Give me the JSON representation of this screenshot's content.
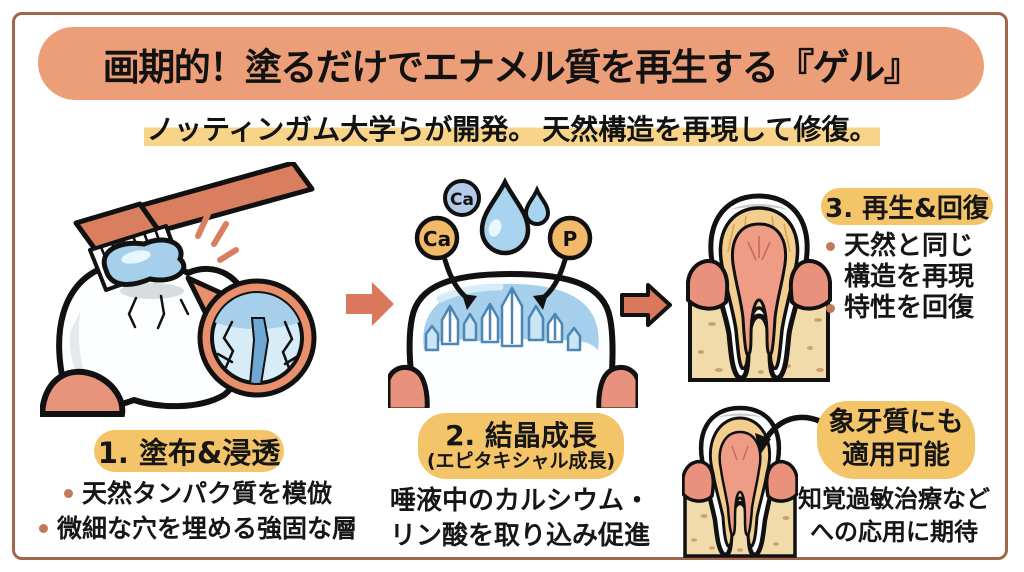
{
  "title": "画期的！塗るだけでエナメル質を再生する『ゲル』",
  "subtitle": {
    "part1": "ノッティンガム大学らが開発。",
    "part2": "天然構造を再現して修復。"
  },
  "ions": {
    "ca_top": "Ca",
    "ca_left": "Ca",
    "p": "P"
  },
  "step1": {
    "label": "1. 塗布&浸透",
    "bullets": [
      "天然タンパク質を模倣",
      "微細な穴を埋める強固な層"
    ]
  },
  "step2": {
    "label": "2. 結晶成長",
    "sublabel": "(エピタキシャル成長)",
    "desc1": "唾液中のカルシウム・",
    "desc2": "リン酸を取り込み促進"
  },
  "step3": {
    "label": "3. 再生&回復",
    "bullet1a": "天然と同じ",
    "bullet1b": "構造を再現",
    "bullet2": "特性を回復"
  },
  "dentin": {
    "bubble1": "象牙質にも",
    "bubble2": "適用可能",
    "desc1": "知覚過敏治療など",
    "desc2": "への応用に期待"
  },
  "colors": {
    "banner": "#EC9E78",
    "pill_yellow": "#F4C468",
    "subtitle_highlight": "#F8D489",
    "flow_arrow": "#D9785A",
    "frame_border": "#A2664C",
    "gel_blue": "#A5CFEA",
    "bullet_dot": "#C4785A"
  }
}
